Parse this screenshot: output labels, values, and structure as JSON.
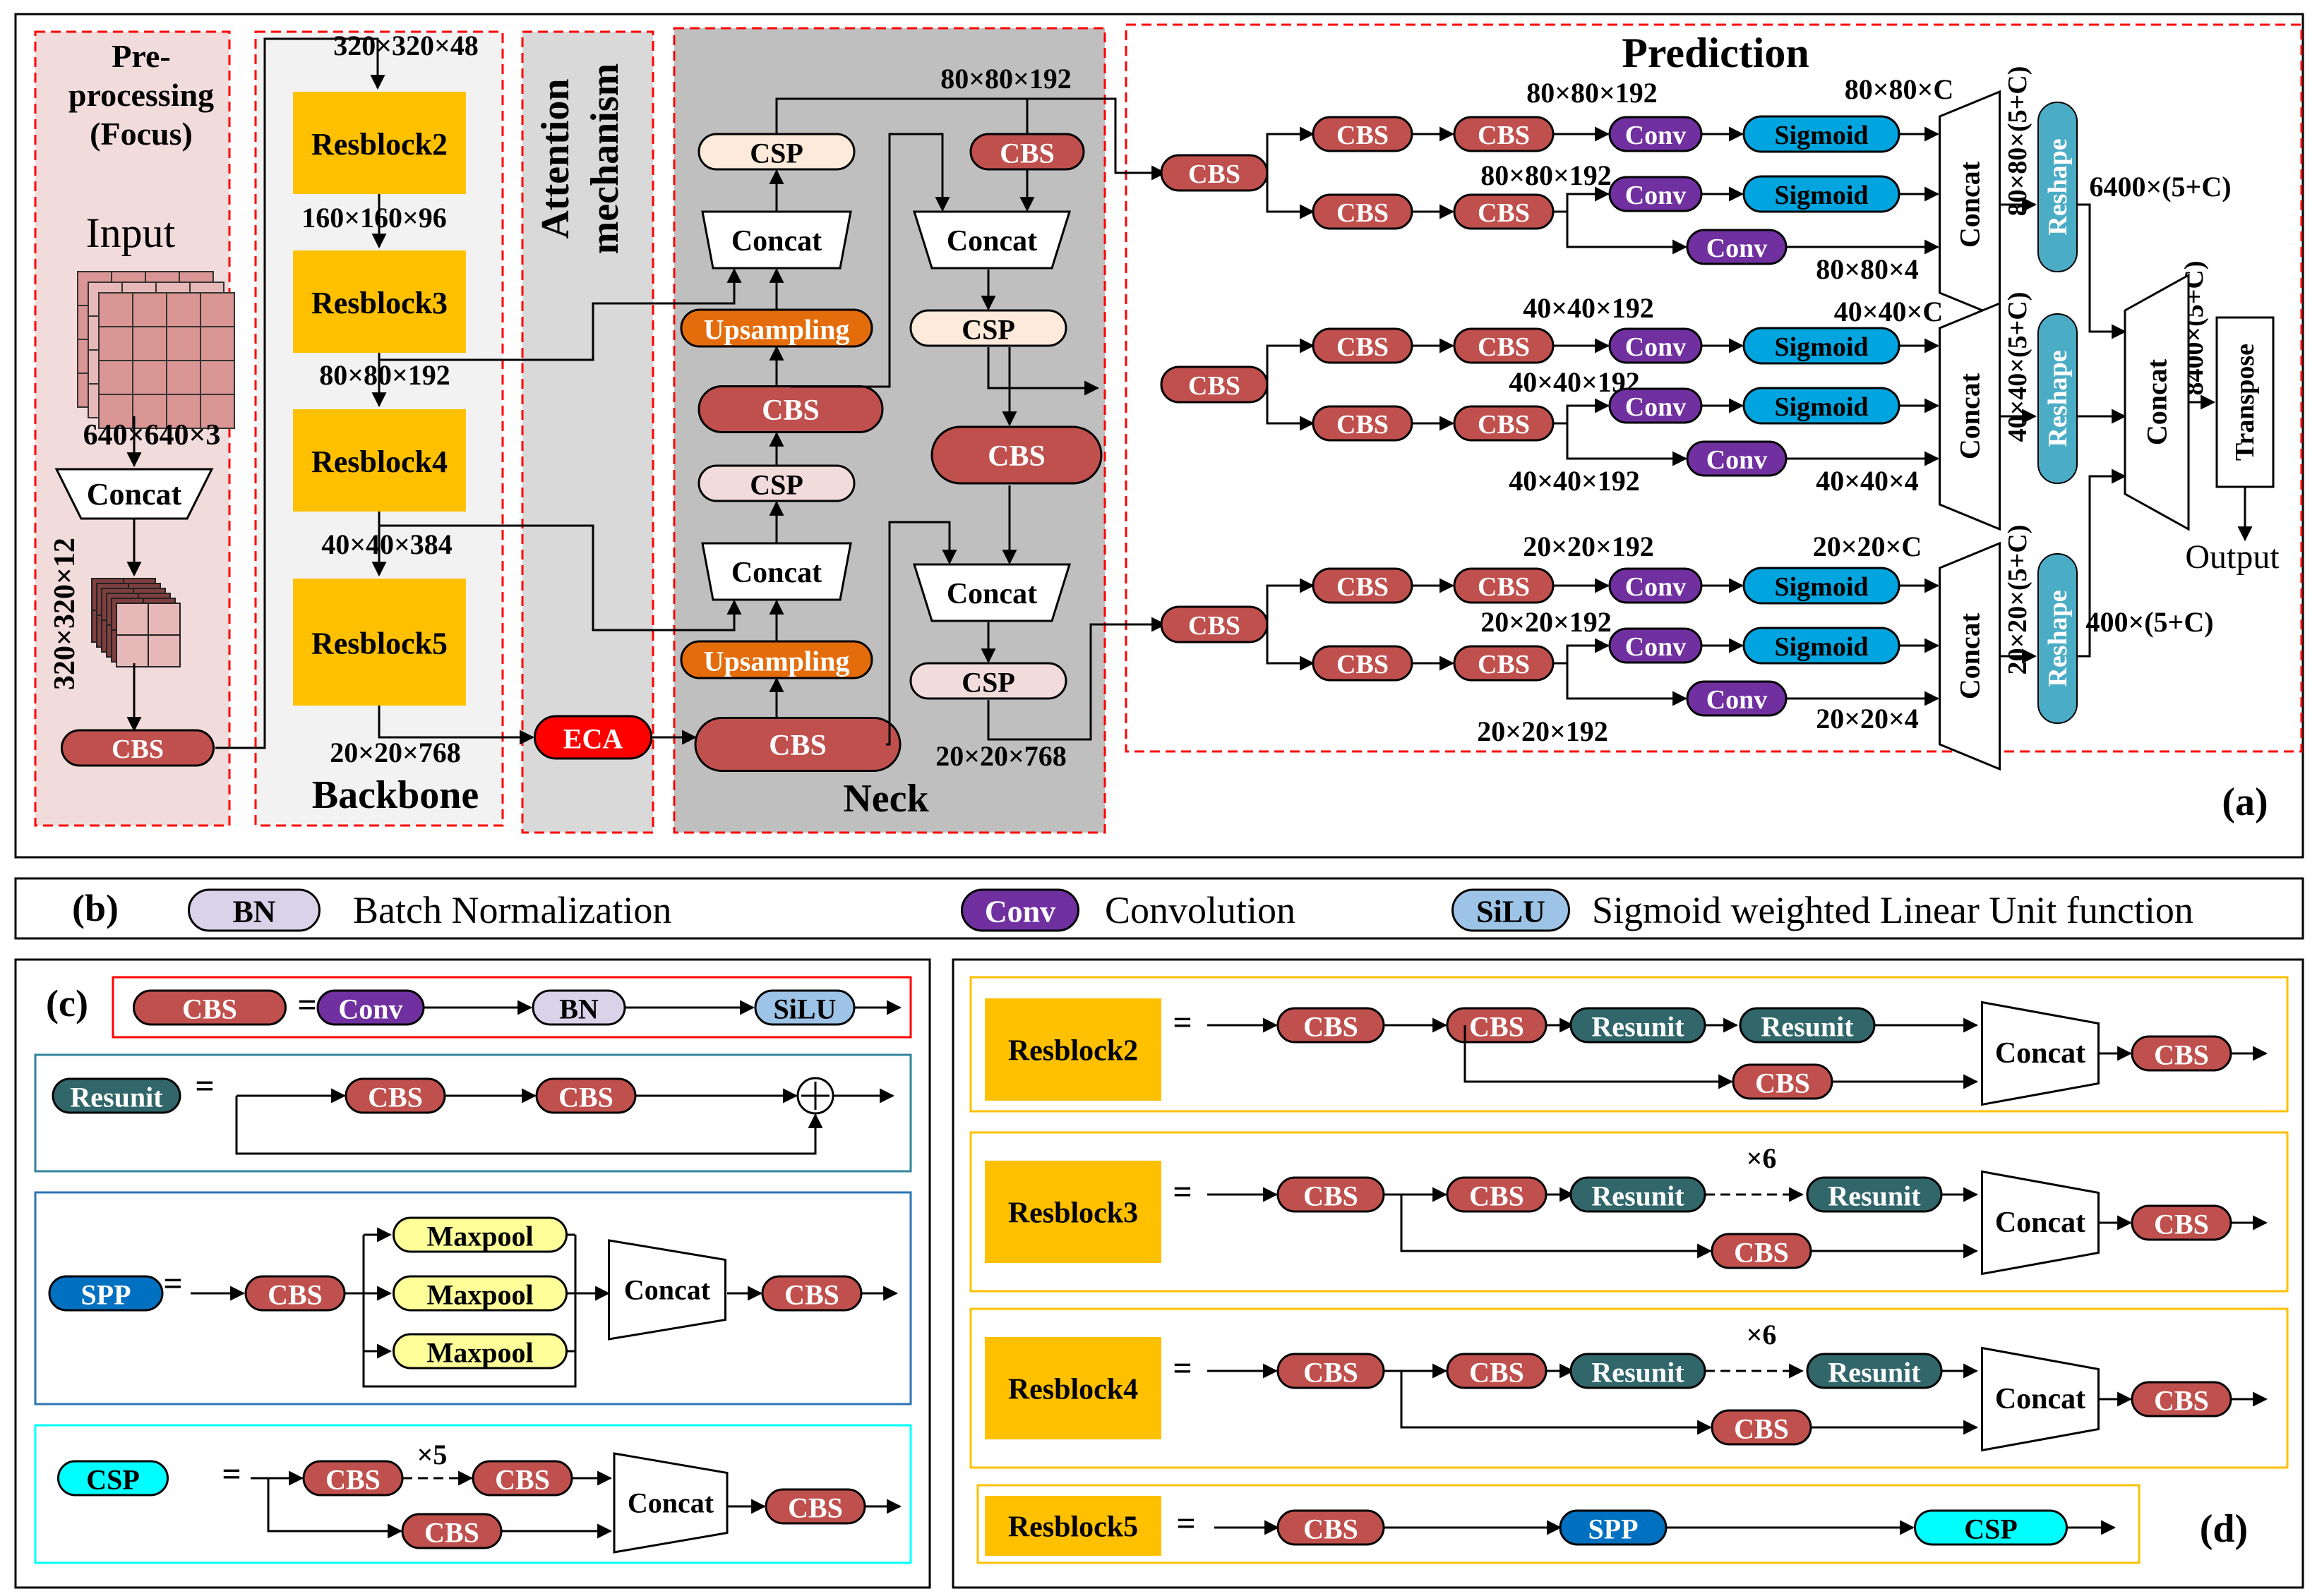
{
  "panel_a": {
    "marker": "(a)",
    "sections": {
      "preprocessing": "Pre-processing (Focus)",
      "attention_1": "Attention",
      "attention_2": "mechanism",
      "backbone": "Backbone",
      "neck": "Neck",
      "prediction": "Prediction"
    },
    "preprocessing": {
      "input": "Input",
      "input_dim": "640×640×3",
      "concat": "Concat",
      "slice_dim": "320×320×12",
      "cbs": "CBS"
    },
    "backbone": {
      "dims": [
        "320×320×48",
        "160×160×96",
        "80×80×192",
        "40×40×384",
        "20×20×768"
      ],
      "blocks": [
        "Resblock2",
        "Resblock3",
        "Resblock4",
        "Resblock5"
      ]
    },
    "attention": {
      "eca": "ECA"
    },
    "neck": {
      "csp": "CSP",
      "concat": "Concat",
      "upsampling": "Upsampling",
      "cbs": "CBS",
      "dims": [
        "80×80×192",
        "20×20×768"
      ]
    },
    "prediction": {
      "cbs": "CBS",
      "conv": "Conv",
      "sigmoid": "Sigmoid",
      "concat": "Concat",
      "reshape": "Reshape",
      "transpose": "Transpose",
      "output": "Output",
      "heads": [
        {
          "dim_top": "80×80×192",
          "dim_mid": "80×80×192",
          "cls": "80×80×C",
          "box": "80×80×4",
          "sum": "80×80×(5+C)",
          "out": "6400×(5+C)"
        },
        {
          "dim_top": "40×40×192",
          "dim_mid": "40×40×192",
          "dim_bot": "40×40×192",
          "cls": "40×40×C",
          "box": "40×40×4",
          "sum": "40×40×(5+C)",
          "out": ""
        },
        {
          "dim_top": "20×20×192",
          "dim_mid": "20×20×192",
          "dim_bot": "20×20×192",
          "cls": "20×20×C",
          "box": "20×20×4",
          "sum": "20×20×(5+C)",
          "out": "400×(5+C)"
        }
      ],
      "total": "8400×(5+C)"
    }
  },
  "panel_b": {
    "marker": "(b)",
    "items": [
      {
        "tag": "BN",
        "desc": "Batch Normalization"
      },
      {
        "tag": "Conv",
        "desc": "Convolution"
      },
      {
        "tag": "SiLU",
        "desc": "Sigmoid weighted Linear Unit function"
      }
    ]
  },
  "panel_c": {
    "marker": "(c)",
    "eq": "=",
    "cbs_def": [
      "CBS",
      "Conv",
      "BN",
      "SiLU"
    ],
    "resunit_def": [
      "Resunit",
      "CBS",
      "CBS"
    ],
    "spp_def": [
      "SPP",
      "CBS",
      "Maxpool",
      "Maxpool",
      "Maxpool",
      "Concat",
      "CBS"
    ],
    "csp_def": [
      "CSP",
      "CBS",
      "CBS",
      "CBS",
      "Concat",
      "CBS"
    ],
    "csp_repeat": "×5"
  },
  "panel_d": {
    "marker": "(d)",
    "eq": "=",
    "repeat": "×6",
    "blocks": [
      "Resblock2",
      "Resblock3",
      "Resblock4",
      "Resblock5"
    ],
    "labels": {
      "cbs": "CBS",
      "resunit": "Resunit",
      "concat": "Concat",
      "spp": "SPP",
      "csp": "CSP"
    }
  },
  "colors": {
    "cbs": "#c0504d",
    "conv": "#7030a0",
    "sigmoid": "#00a4de",
    "reshape": "#4bacc6",
    "resblock": "#ffc000",
    "eca": "#ff0000",
    "upsampling": "#e46c0a",
    "resunit": "#31676b",
    "spp": "#0070c0",
    "csp_def": "#00ffff",
    "maxpool": "#ffff99",
    "bn": "#d9d2e9",
    "silu": "#9dc3e6"
  }
}
